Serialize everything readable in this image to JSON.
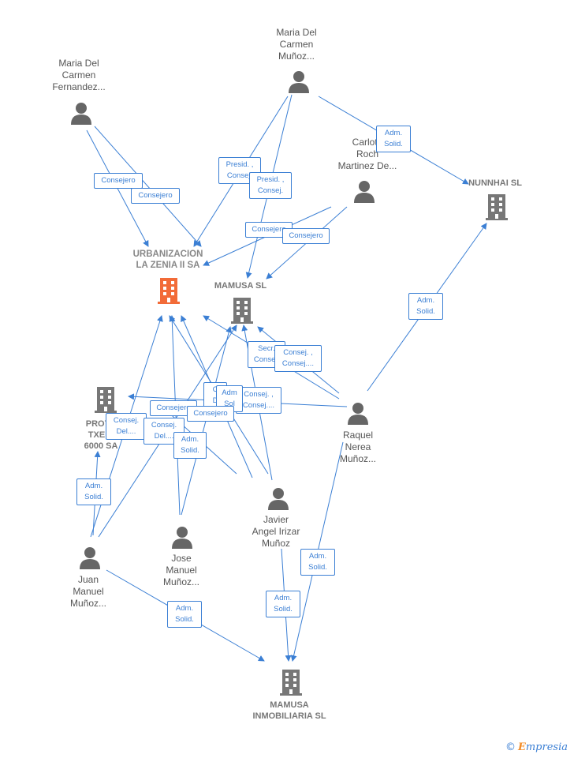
{
  "colors": {
    "edge": "#3b7fd4",
    "person": "#666666",
    "company": "#777777",
    "highlight": "#f26b38"
  },
  "people": [
    {
      "id": "p1",
      "label": "Maria Del\nCarmen\nFernandez..."
    },
    {
      "id": "p2",
      "label": "Maria Del\nCarmen\nMuñoz..."
    },
    {
      "id": "p3",
      "label": "Carlota\nRoch\nMartinez De..."
    },
    {
      "id": "p4",
      "label": "Raquel\nNerea\nMuñoz..."
    },
    {
      "id": "p5",
      "label": "Javier\nAngel Irizar\nMuñoz"
    },
    {
      "id": "p6",
      "label": "Jose\nManuel\nMuñoz..."
    },
    {
      "id": "p7",
      "label": "Juan\nManuel\nMuñoz..."
    }
  ],
  "companies": [
    {
      "id": "c1",
      "label": "URBANIZACION\nLA ZENIA II SA",
      "highlight": true
    },
    {
      "id": "c2",
      "label": "MAMUSA SL",
      "highlight": false
    },
    {
      "id": "c3",
      "label": "NUNNHAI SL",
      "highlight": false
    },
    {
      "id": "c4",
      "label": "PROYE\nTXERI\n6000 SA",
      "highlight": false
    },
    {
      "id": "c5",
      "label": "MAMUSA\nINMOBILIARIA SL",
      "highlight": false
    }
  ],
  "edge_labels": [
    "Consejero",
    "Consejero",
    "Presid. ,\nConsej.",
    "Presid. ,\nConsej.",
    "Adm.\nSolid.",
    "Consejero",
    "Consejero",
    "Adm.\nSolid.",
    "Secr.\nConsej.",
    "Consej. ,\nConsej....",
    "Consej. ,\nConsej....",
    "C\nD",
    "Adm\nSol",
    "Consejero",
    "Consejero",
    "Consej.\nDel....",
    "Consej.\nDel....",
    "Adm.\nSolid.",
    "Adm.\nSolid.",
    "Adm.\nSolid.",
    "Adm.\nSolid.",
    "Adm.\nSolid."
  ],
  "footer": {
    "copyright": "©",
    "brand_first": "E",
    "brand_rest": "mpresia"
  }
}
